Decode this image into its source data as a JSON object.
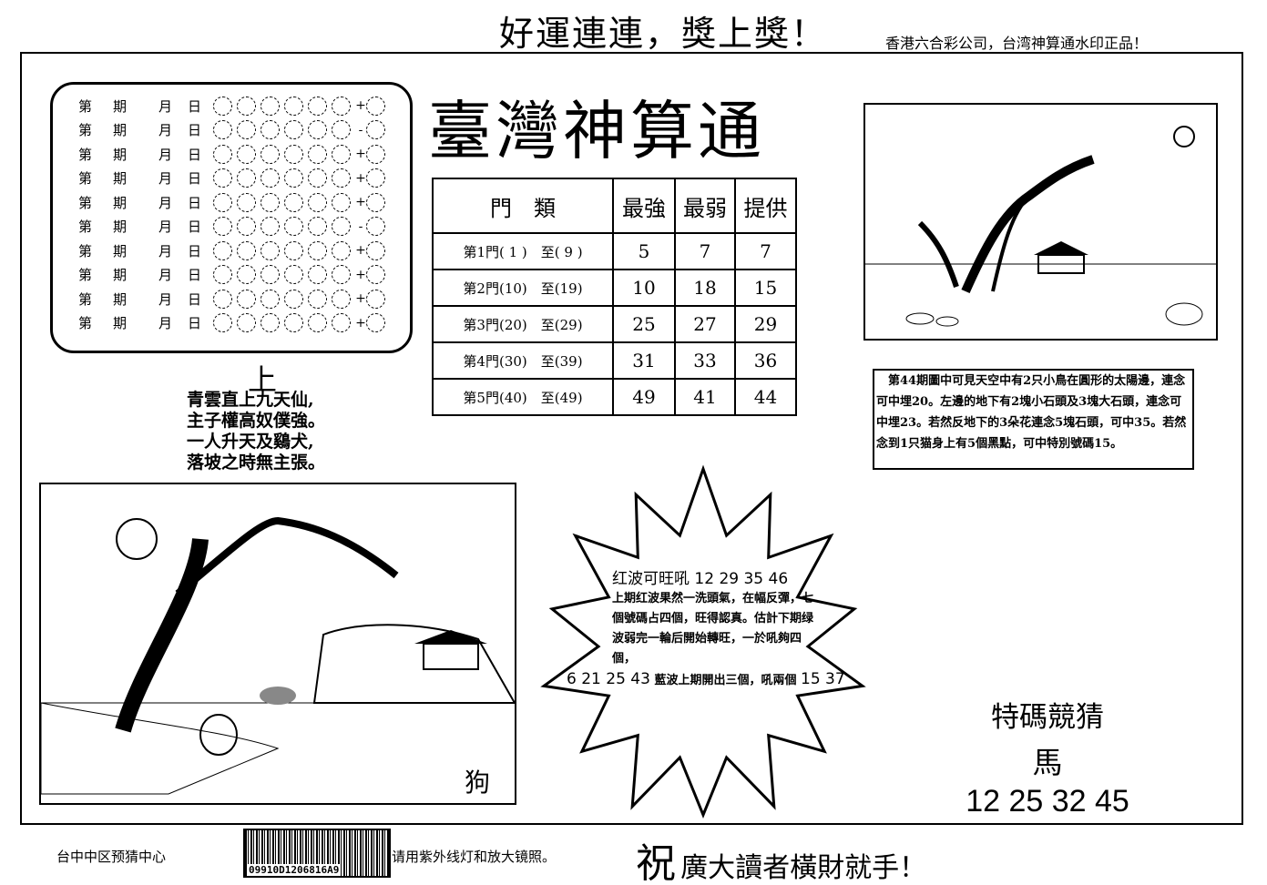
{
  "header": {
    "headline": "好運連連，獎上獎！",
    "authenticity": "香港六合彩公司，台湾神算通水印正品！"
  },
  "title": "臺灣神算通",
  "record_grid": {
    "period_label": "第",
    "issue_label": "期",
    "month_label": "月",
    "day_label": "日",
    "signs": [
      "+",
      "-",
      "+",
      "+",
      "+",
      "-",
      "+",
      "+",
      "+",
      "+"
    ]
  },
  "table": {
    "headers": [
      "門　類",
      "最強",
      "最弱",
      "提供"
    ],
    "rows": [
      {
        "gate": "第1門( 1 )　至( 9 )",
        "strong": "5",
        "weak": "7",
        "offer": "7"
      },
      {
        "gate": "第2門(10)　至(19)",
        "strong": "10",
        "weak": "18",
        "offer": "15"
      },
      {
        "gate": "第3門(20)　至(29)",
        "strong": "25",
        "weak": "27",
        "offer": "29"
      },
      {
        "gate": "第4門(30)　至(39)",
        "strong": "31",
        "weak": "33",
        "offer": "36"
      },
      {
        "gate": "第5門(40)　至(49)",
        "strong": "49",
        "weak": "41",
        "offer": "44"
      }
    ]
  },
  "poem": {
    "heading": "上",
    "lines": [
      "青雲直上九天仙,",
      "主子權高奴僕強。",
      "一人升天及鷄犬,",
      "落坡之時無主張。"
    ]
  },
  "hint": {
    "text": "　第44期圖中可見天空中有2只小鳥在圓形的太陽邊，連念可中埋20。左邊的地下有2塊小石頭及3塊大石頭，連念可中埋23。若然反地下的3朵花連念5塊石頭，可中35。若然念到1只猫身上有5個黑點，可中特別號碼15。"
  },
  "scene2": {
    "label": "狗"
  },
  "star": {
    "heading": "红波可旺吼",
    "heading_numbers": "12 29 35 46",
    "body": "上期红波果然一洗頭氣，在幅反彈，七個號碼占四個，旺得認真。估計下期绿波弱完一輪后開始轉旺，一於吼夠四個，",
    "green_numbers": "6 21 25 43",
    "blue_text": "藍波上期開出三個，吼兩個",
    "blue_numbers": "15 37"
  },
  "special": {
    "title": "特碼競猜",
    "zodiac": "馬",
    "numbers": "12 25 32 45"
  },
  "footer": {
    "center": "台中中区预猜中心",
    "barcode": "09910D1206816A9",
    "uv_note": "请用紫外线灯和放大镜照。",
    "blessing_big": "祝",
    "blessing": "廣大讀者橫財就手！"
  }
}
